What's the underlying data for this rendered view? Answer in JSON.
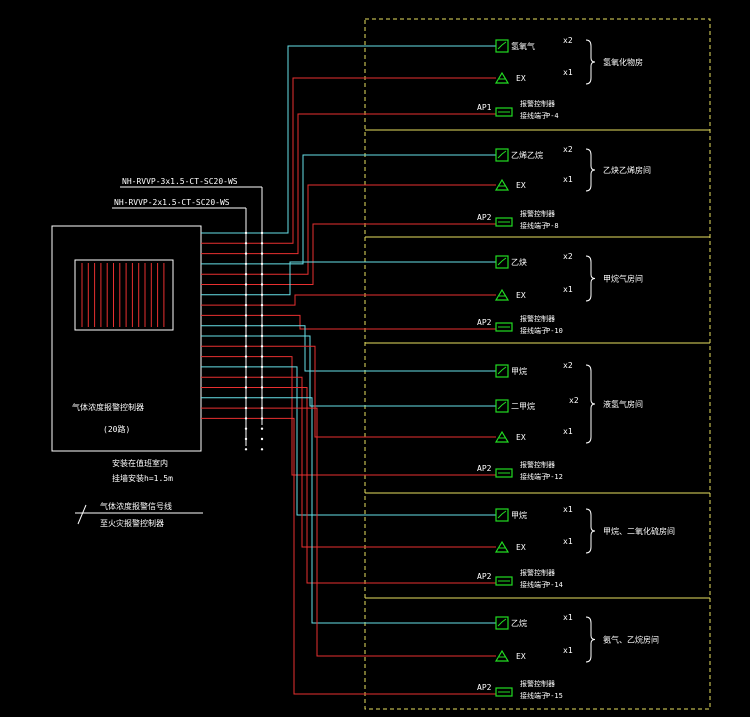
{
  "cables": {
    "cable_1": "NH-RVVP-3x1.5-CT-SC20-WS",
    "cable_2": "NH-RVVP-2x1.5-CT-SC20-WS"
  },
  "panel": {
    "title": "气体浓度报警控制器",
    "channels": "(20路)",
    "install_note_1": "安装在值班室内",
    "install_note_2": "挂墙安装h=1.5m"
  },
  "legend": {
    "line_1": "气体浓度报警信号线",
    "line_2": "至火灾报警控制器"
  },
  "common": {
    "ex_label": "EX",
    "ap_label_1": "报警控制器",
    "ap_label_2": "接线端子"
  },
  "zones": [
    {
      "ap": "AP1",
      "panel_no": "P-4",
      "zone": "氢氧化物房",
      "detectors": [
        {
          "name": "氢氧气",
          "qty": "x2"
        }
      ],
      "ex_qty": "x1"
    },
    {
      "ap": "AP2",
      "panel_no": "P-8",
      "zone": "乙炔乙烯房间",
      "detectors": [
        {
          "name": "乙烯乙烷",
          "qty": "x2"
        }
      ],
      "ex_qty": "x1"
    },
    {
      "ap": "AP2",
      "panel_no": "P-10",
      "zone": "甲烷气房间",
      "detectors": [
        {
          "name": "乙炔",
          "qty": "x2"
        }
      ],
      "ex_qty": "x1"
    },
    {
      "ap": "AP2",
      "panel_no": "P-12",
      "zone": "液氢气房间",
      "detectors": [
        {
          "name": "甲烷",
          "qty": "x2"
        },
        {
          "name": "二甲烷",
          "qty": "x2"
        }
      ],
      "ex_qty": "x1"
    },
    {
      "ap": "AP2",
      "panel_no": "P-14",
      "zone": "甲烷、二氧化硫房间",
      "detectors": [
        {
          "name": "甲烷",
          "qty": "x1"
        }
      ],
      "ex_qty": "x1"
    },
    {
      "ap": "AP2",
      "panel_no": "P-15",
      "zone": "氨气、乙烷房间",
      "detectors": [
        {
          "name": "乙烷",
          "qty": "x1"
        }
      ],
      "ex_qty": "x1"
    }
  ],
  "colors": {
    "background": "#000000",
    "signal_line": "#66e0e8",
    "power_line": "#e83030",
    "device": "#22dd22",
    "boundary": "#e8e060",
    "text": "#ffffff"
  }
}
